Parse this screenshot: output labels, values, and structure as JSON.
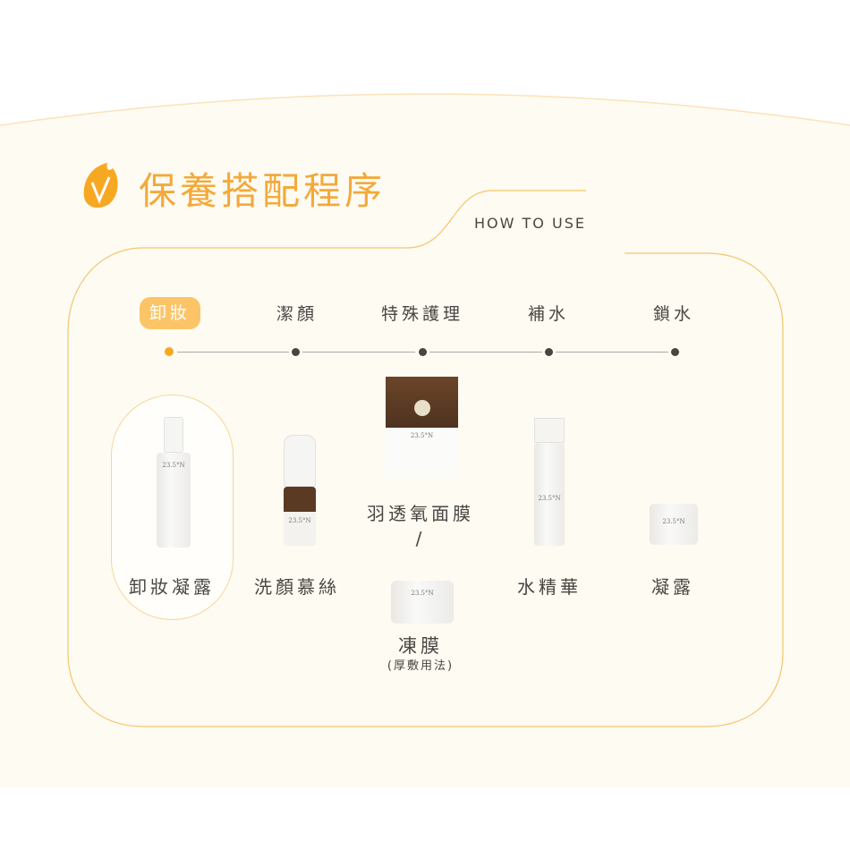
{
  "header": {
    "title": "保養搭配程序",
    "subtitle": "HOW TO USE"
  },
  "steps": [
    {
      "label": "卸妝",
      "active": true
    },
    {
      "label": "潔顏"
    },
    {
      "label": "特殊護理"
    },
    {
      "label": "補水"
    },
    {
      "label": "鎖水"
    }
  ],
  "products": {
    "makeup_remover": "卸妝凝露",
    "cleansing_mousse": "洗顏慕絲",
    "sheet_mask": "羽透氧面膜",
    "separator": "/",
    "gel_mask": "凍膜",
    "gel_mask_note": "(厚敷用法)",
    "essence": "水精華",
    "gel": "凝露"
  },
  "brand": "23.5°N",
  "colors": {
    "accent": "#f4a93a",
    "cream": "#fdfbf2",
    "highlight": "#fbc567"
  }
}
